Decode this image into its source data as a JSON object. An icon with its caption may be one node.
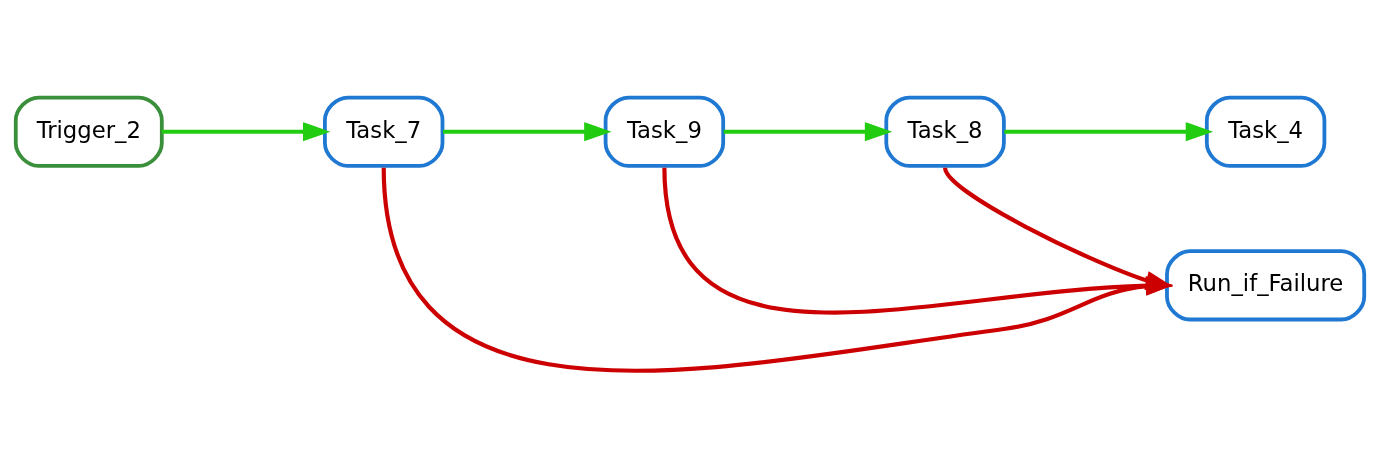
{
  "diagram": {
    "nodes": [
      {
        "text": [
          "Trigger_2"
        ]
      },
      {
        "text": [
          "Task_7"
        ]
      },
      {
        "text": [
          "Task_9"
        ]
      },
      {
        "text": [
          "Task_8"
        ]
      },
      {
        "text": [
          "Task_4"
        ]
      },
      {
        "text": [
          "Run_if_Failure"
        ]
      }
    ],
    "edges": [
      {
        "from": 0,
        "to": 1,
        "arrow": "to"
      },
      {
        "from": 1,
        "to": 2,
        "arrow": "to"
      },
      {
        "from": 2,
        "to": 3,
        "arrow": "to"
      },
      {
        "from": 3,
        "to": 4,
        "arrow": "to"
      },
      {
        "from": 1,
        "to": 5,
        "arrow": "to",
        "color": "#cc0000"
      },
      {
        "from": 2,
        "to": 5,
        "arrow": "to",
        "color": "#cc0000"
      },
      {
        "from": 3,
        "to": 5,
        "arrow": "to",
        "color": "#cc0000"
      }
    ]
  }
}
